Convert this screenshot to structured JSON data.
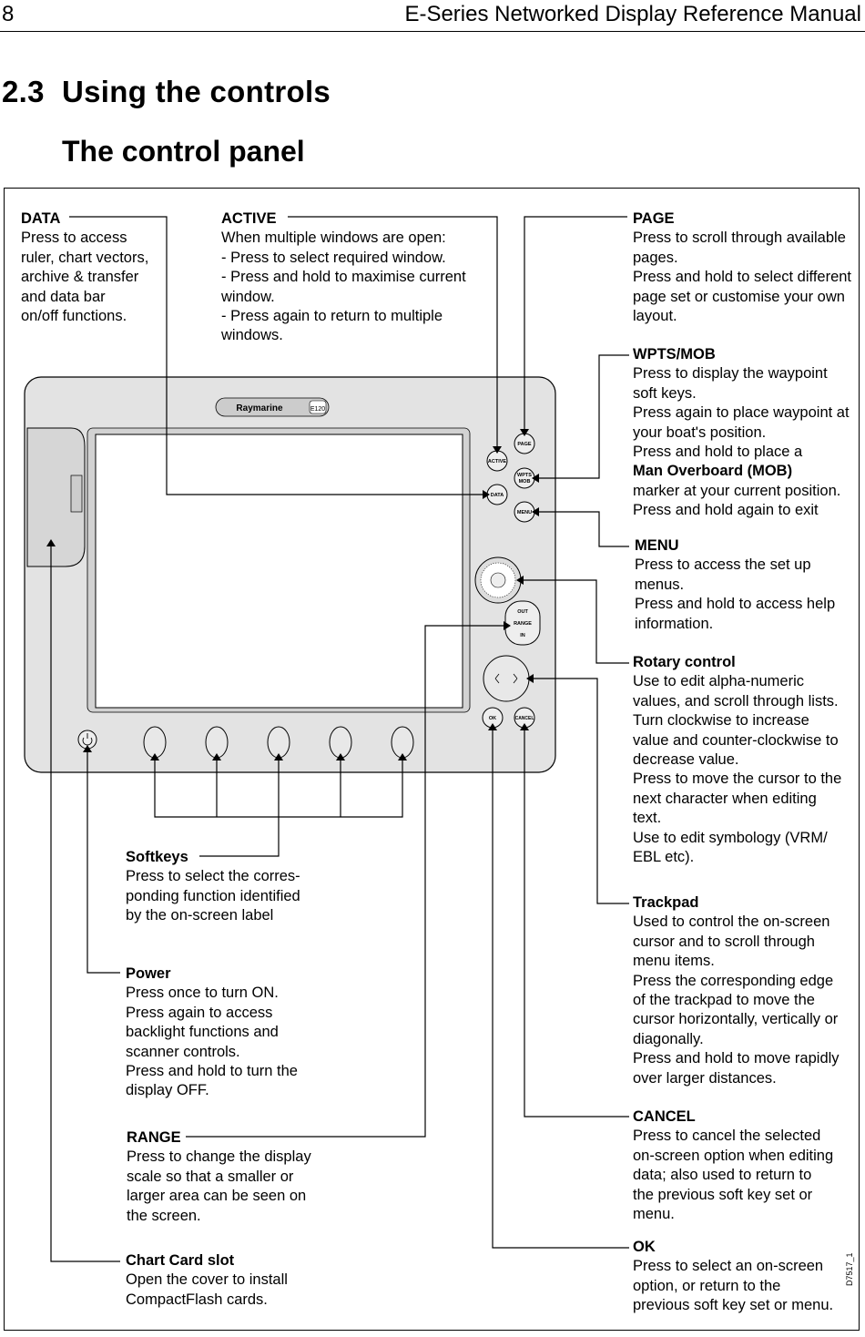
{
  "header": {
    "page_number": "8",
    "manual_title": "E-Series Networked Display Reference Manual"
  },
  "section": {
    "number": "2.3",
    "title": "Using the controls"
  },
  "subsection": {
    "title": "The control panel"
  },
  "device": {
    "brand": "Raymarine",
    "model": "E120",
    "buttons": {
      "page": "PAGE",
      "active": "ACTIVE",
      "wpts": "WPTS",
      "mob": "MOB",
      "data": "DATA",
      "menu": "MENU",
      "out": "OUT",
      "range": "RANGE",
      "in": "IN",
      "ok": "OK",
      "cancel": "CANCEL"
    }
  },
  "callouts": {
    "data": {
      "title": "DATA",
      "desc": "Press to access\nruler, chart vectors,\narchive & transfer\nand data bar\non/off functions."
    },
    "active": {
      "title": "ACTIVE",
      "desc": "When multiple windows are open:\n- Press to select required window.\n- Press and hold to maximise current\nwindow.\n- Press again to return to multiple\nwindows."
    },
    "page": {
      "title": "PAGE",
      "desc": "Press to scroll through available\npages.\nPress and hold to select different\npage set or customise your own\nlayout."
    },
    "wpts": {
      "title": "WPTS/MOB",
      "desc": "Press to display the waypoint\nsoft keys.\nPress again to place waypoint at\nyour boat's position.\nPress and hold to place a",
      "bold": "Man Overboard (MOB)",
      "desc2": "marker at your current position.\nPress and hold again to exit"
    },
    "menu": {
      "title": "MENU",
      "desc": "Press to access the set up\nmenus.\nPress and hold to access help\ninformation."
    },
    "rotary": {
      "title": "Rotary control",
      "desc": "Use to edit alpha-numeric\nvalues, and scroll through lists.\nTurn clockwise to increase\nvalue and counter-clockwise to\ndecrease value.\nPress to move the cursor to the\nnext character when editing\ntext.\nUse to edit symbology (VRM/\nEBL etc)."
    },
    "trackpad": {
      "title": "Trackpad",
      "desc": "Used to control the on-screen\ncursor and to scroll through\nmenu items.\nPress the corresponding edge\nof the trackpad to move the\ncursor horizontally, vertically or\ndiagonally.\nPress and hold to move rapidly\nover larger distances."
    },
    "cancel": {
      "title": "CANCEL",
      "desc": "Press to cancel the selected\non-screen option when editing\ndata; also used to return to\nthe previous soft key set or\nmenu."
    },
    "ok": {
      "title": "OK",
      "desc": "Press to select an on-screen\noption, or return to the\nprevious soft key set or menu."
    },
    "softkeys": {
      "title": "Softkeys",
      "desc": "Press to select the corres-\nponding function identified\nby the on-screen label"
    },
    "power": {
      "title": "Power",
      "desc": "Press once to turn ON.\nPress again to access\nbacklight functions and\nscanner controls.\nPress and hold to turn the\ndisplay OFF."
    },
    "range": {
      "title": "RANGE",
      "desc": "Press to change the display\nscale so that a smaller or\nlarger area can be seen on\nthe screen."
    },
    "chartcard": {
      "title": "Chart Card slot",
      "desc": "Open the cover to install\nCompactFlash cards."
    }
  },
  "figure_code": "D7517_1"
}
